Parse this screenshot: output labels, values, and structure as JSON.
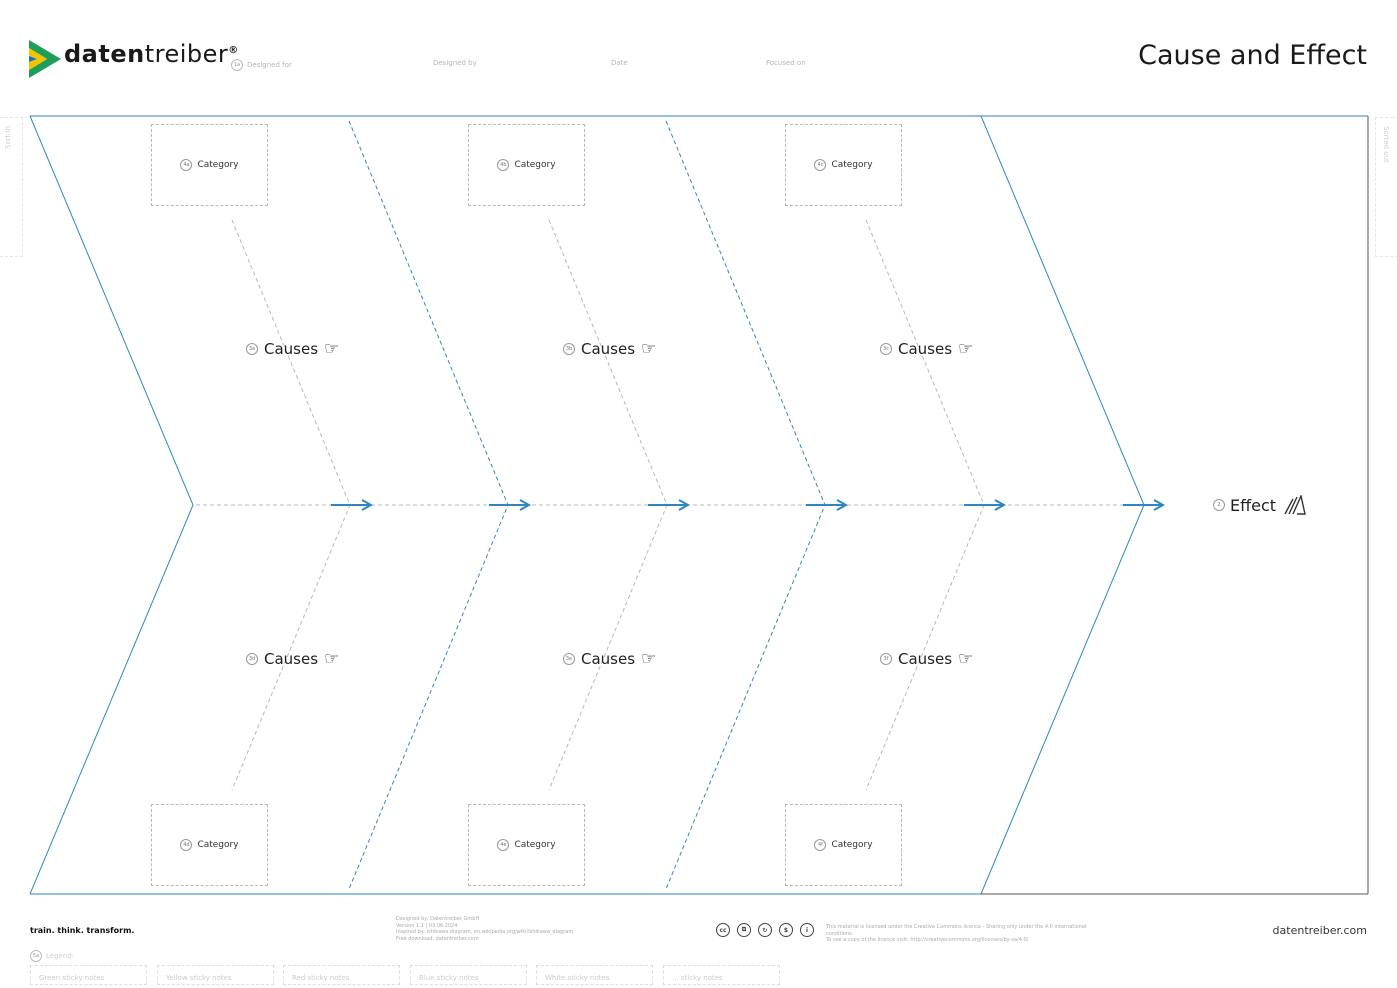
{
  "header": {
    "brand": {
      "bold": "daten",
      "light": "treiber",
      "mark": "®"
    },
    "fields": [
      {
        "num": "1a",
        "label": "Designed for"
      },
      {
        "label": "Designed by"
      },
      {
        "label": "Date"
      },
      {
        "label": "Focused on"
      }
    ],
    "title": "Cause and Effect"
  },
  "side_labels": {
    "left": "Sort in",
    "right": "Sorted out"
  },
  "diagram": {
    "categories_top": [
      {
        "num": "4a",
        "label": "Category"
      },
      {
        "num": "4b",
        "label": "Category"
      },
      {
        "num": "4c",
        "label": "Category"
      }
    ],
    "categories_bottom": [
      {
        "num": "4d",
        "label": "Category"
      },
      {
        "num": "4e",
        "label": "Category"
      },
      {
        "num": "4f",
        "label": "Category"
      }
    ],
    "causes_top": [
      {
        "num": "3a",
        "label": "Causes"
      },
      {
        "num": "3b",
        "label": "Causes"
      },
      {
        "num": "3c",
        "label": "Causes"
      }
    ],
    "causes_bottom": [
      {
        "num": "3d",
        "label": "Causes"
      },
      {
        "num": "3e",
        "label": "Causes"
      },
      {
        "num": "3f",
        "label": "Causes"
      }
    ],
    "effect": {
      "num": "2",
      "label": "Effect"
    },
    "line_color": "#2e86c1",
    "dashed_color": "#b8b8b8"
  },
  "footer": {
    "tagline": "train. think. transform.",
    "credits": [
      "Designed by: Datentreiber GmbH",
      "Version 1.1 | 03.06.2024",
      "Inspired by: Ishikawa diagram, en.wikipedia.org/wiki/Ishikawa_diagram",
      "Free download: datentreiber.com"
    ],
    "licence": [
      "This material is licensed under the Creative Commons licence - Sharing only under the 4.0 international conditions.",
      "To see a copy of the licence visit: http://creativecommons.org/licenses/by-sa/4.0/"
    ],
    "site": "datentreiber.com",
    "legend": {
      "num": "5a",
      "label": "Legend:"
    },
    "sticky_notes": [
      "Green sticky notes",
      "Yellow sticky notes",
      "Red sticky notes",
      "Blue sticky notes",
      "White sticky notes",
      "... sticky notes"
    ]
  }
}
